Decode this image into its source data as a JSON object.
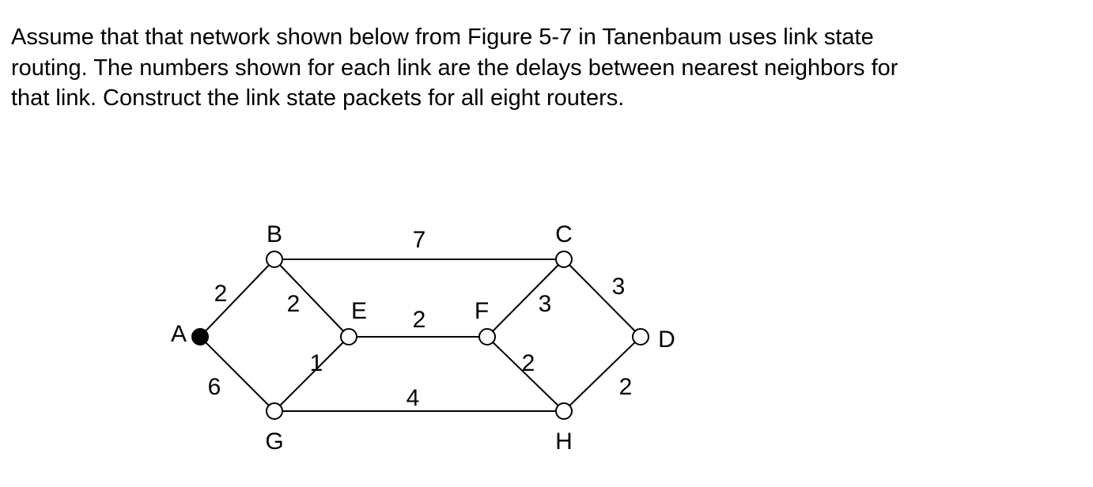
{
  "question": {
    "lines": [
      "Assume that that network shown below from Figure 5-7 in Tanenbaum uses link state",
      "routing.  The numbers shown for each link are the delays between nearest neighbors for",
      "that link.  Construct the link state packets for all eight routers."
    ]
  },
  "network": {
    "nodes": [
      {
        "id": "A",
        "label": "A",
        "style": "filled"
      },
      {
        "id": "B",
        "label": "B",
        "style": "open"
      },
      {
        "id": "C",
        "label": "C",
        "style": "open"
      },
      {
        "id": "D",
        "label": "D",
        "style": "open"
      },
      {
        "id": "E",
        "label": "E",
        "style": "open"
      },
      {
        "id": "F",
        "label": "F",
        "style": "open"
      },
      {
        "id": "G",
        "label": "G",
        "style": "open"
      },
      {
        "id": "H",
        "label": "H",
        "style": "open"
      }
    ],
    "links": [
      {
        "from": "A",
        "to": "B",
        "delay": "2"
      },
      {
        "from": "A",
        "to": "G",
        "delay": "6"
      },
      {
        "from": "B",
        "to": "C",
        "delay": "7"
      },
      {
        "from": "B",
        "to": "E",
        "delay": "2"
      },
      {
        "from": "G",
        "to": "E",
        "delay": "1"
      },
      {
        "from": "E",
        "to": "F",
        "delay": "2"
      },
      {
        "from": "G",
        "to": "H",
        "delay": "4"
      },
      {
        "from": "F",
        "to": "C",
        "delay": "3"
      },
      {
        "from": "F",
        "to": "H",
        "delay": "2"
      },
      {
        "from": "C",
        "to": "D",
        "delay": "3"
      },
      {
        "from": "H",
        "to": "D",
        "delay": "2"
      }
    ]
  }
}
